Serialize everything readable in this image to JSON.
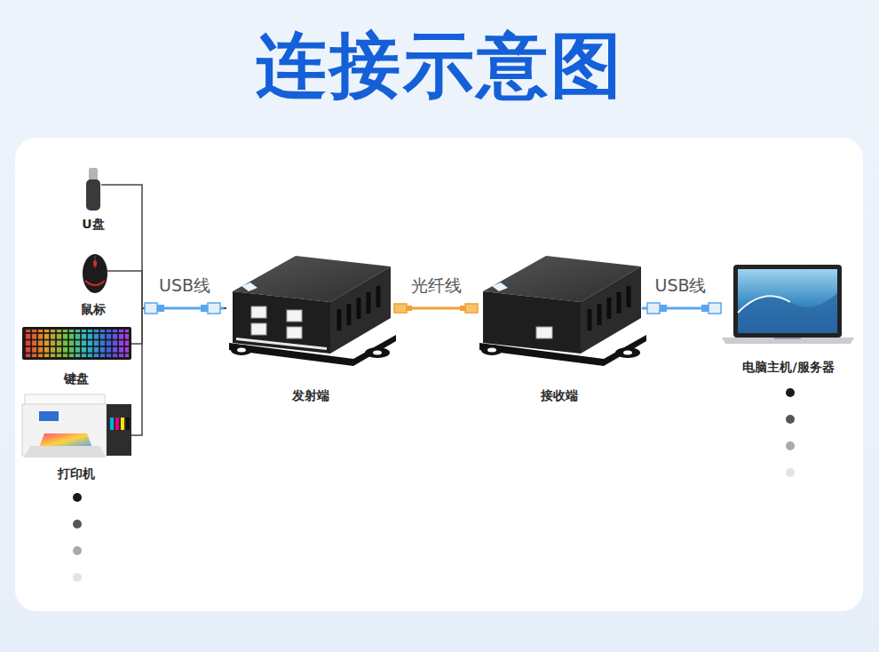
{
  "diagram": {
    "title": "连接示意图",
    "nodes": [
      {
        "text": [
          "U盘"
        ]
      },
      {
        "text": [
          "鼠标"
        ]
      },
      {
        "text": [
          "键盘"
        ]
      },
      {
        "text": [
          "打印机"
        ]
      },
      {
        "text": [
          "发射端"
        ]
      },
      {
        "text": [
          "接收端"
        ]
      },
      {
        "text": [
          "电脑主机/服务器"
        ]
      }
    ],
    "edges": [
      {
        "from": 0,
        "to": 4,
        "arrow": "none"
      },
      {
        "from": 1,
        "to": 4,
        "arrow": "none"
      },
      {
        "from": 2,
        "to": 4,
        "arrow": "none"
      },
      {
        "from": 3,
        "to": 4,
        "arrow": "none"
      },
      {
        "from": 4,
        "to": 5,
        "label": "光纤线",
        "arrow": "none"
      },
      {
        "from": 5,
        "to": 6,
        "label": "USB线",
        "arrow": "none"
      }
    ],
    "labels": [
      "USB线"
    ]
  }
}
